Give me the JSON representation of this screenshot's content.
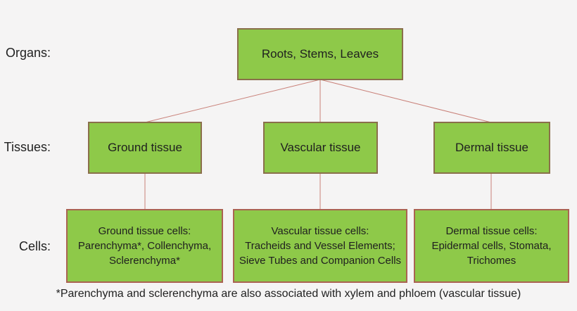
{
  "row_labels": {
    "organs": "Organs:",
    "tissues": "Tissues:",
    "cells": "Cells:"
  },
  "organ_box": {
    "label": "Roots, Stems, Leaves"
  },
  "tissue_boxes": [
    {
      "label": "Ground tissue"
    },
    {
      "label": "Vascular tissue"
    },
    {
      "label": "Dermal tissue"
    }
  ],
  "cell_boxes": [
    {
      "lines": [
        "Ground tissue cells:",
        "Parenchyma*, Collenchyma,",
        "Sclerenchyma*"
      ]
    },
    {
      "lines": [
        "Vascular tissue cells:",
        "Tracheids and Vessel Elements;",
        "Sieve Tubes and Companion Cells"
      ]
    },
    {
      "lines": [
        "Dermal tissue cells:",
        "Epidermal cells, Stomata,",
        "Trichomes"
      ]
    }
  ],
  "footnote": "*Parenchyma and sclerenchyma are also associated with xylem and phloem (vascular tissue)",
  "colors": {
    "background": "#f5f4f4",
    "box_fill": "#8ec949",
    "box_border": "#8a6f4b",
    "cells_box_border": "#aa6352",
    "connector_line": "#c98179",
    "text": "#1f1f1f"
  }
}
